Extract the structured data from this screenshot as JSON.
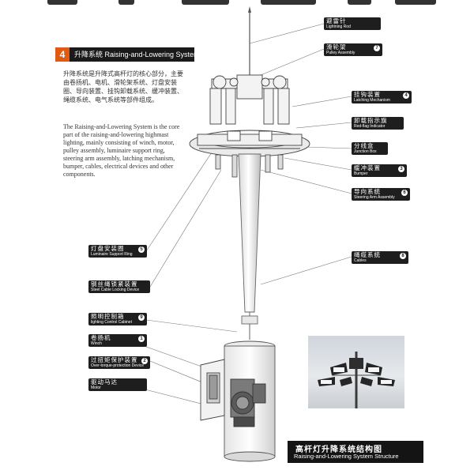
{
  "section": {
    "number": "4",
    "title": "升降系统 Raising-and-Lowering System"
  },
  "description": {
    "cn": "升降系统是升降式高杆灯的核心部分，主要由卷扬机、电机、滑轮架系统、灯盘安装圈、导向装置、挂钩卸载系统、缓冲装置、绳缆系统、电气系统等部件组成。",
    "en": "The Raising-and-Lowering System is the core part of the raising-and-lowering highmast lighting, mainly consisting of winch, motor, pulley assembly, luminaire support ring, steering arm assembly, latching mechanism, bumper, cables, electrical devices and other components."
  },
  "callouts_right": [
    {
      "cn": "避雷针",
      "en": "Lightning Rod",
      "num": ""
    },
    {
      "cn": "滑轮架",
      "en": "Pulley Assembly",
      "num": "7"
    },
    {
      "cn": "挂钩装置",
      "en": "Latching Mechanism",
      "num": "4"
    },
    {
      "cn": "卸载指示旗",
      "en": "Red-flag Indicator",
      "num": ""
    },
    {
      "cn": "分线盒",
      "en": "Junction Box",
      "num": ""
    },
    {
      "cn": "缓冲装置",
      "en": "Bumper",
      "num": "3"
    },
    {
      "cn": "导向系统",
      "en": "Steering Arm Assembly",
      "num": "6"
    },
    {
      "cn": "绳缆系统",
      "en": "Cables",
      "num": "8"
    }
  ],
  "callouts_left": [
    {
      "cn": "灯盘安装圈",
      "en": "Luminaire Support Ring",
      "num": "5"
    },
    {
      "cn": "钢丝绳锁紧装置",
      "en": "Steel Cable Locking Device",
      "num": ""
    },
    {
      "cn": "照明控制箱",
      "en": "lighting Control Cabinet",
      "num": "9"
    },
    {
      "cn": "卷扬机",
      "en": "Winch",
      "num": "1"
    },
    {
      "cn": "过扭矩保护装置",
      "en": "Over-torque-protection Device",
      "num": "2"
    },
    {
      "cn": "驱动马达",
      "en": "Motor",
      "num": ""
    }
  ],
  "footer": {
    "cn": "高杆灯升降系统结构图",
    "en": "Raising-and-Lowering System Structure"
  },
  "colors": {
    "accent": "#e05a12",
    "label_bg": "#1e1e1e",
    "line": "#555555"
  }
}
